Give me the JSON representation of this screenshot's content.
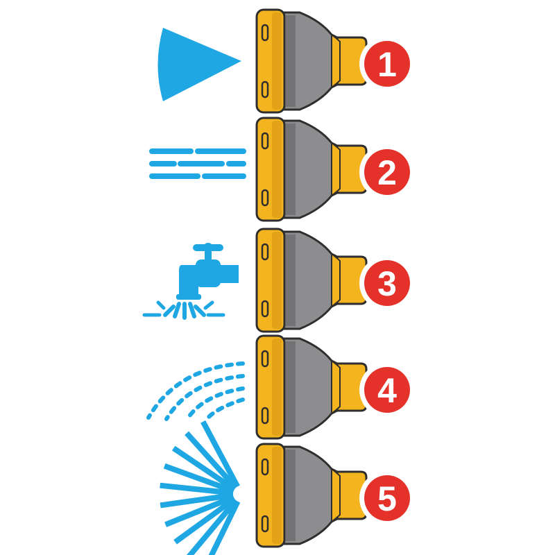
{
  "colors": {
    "blue": "#1fa7e4",
    "yellow": "#f3b41f",
    "yellow_dark": "#cf8f10",
    "gray": "#8d8d8f",
    "gray_dark": "#5e5e60",
    "outline": "#2e2e2e",
    "red": "#e4322b",
    "badge_ring": "#ffffff"
  },
  "modes": [
    {
      "number": "1",
      "spray_icon": "fan-jet-icon"
    },
    {
      "number": "2",
      "spray_icon": "flat-streams-icon"
    },
    {
      "number": "3",
      "spray_icon": "tap-faucet-icon"
    },
    {
      "number": "4",
      "spray_icon": "mist-arc-icon"
    },
    {
      "number": "5",
      "spray_icon": "shower-fan-icon"
    }
  ]
}
